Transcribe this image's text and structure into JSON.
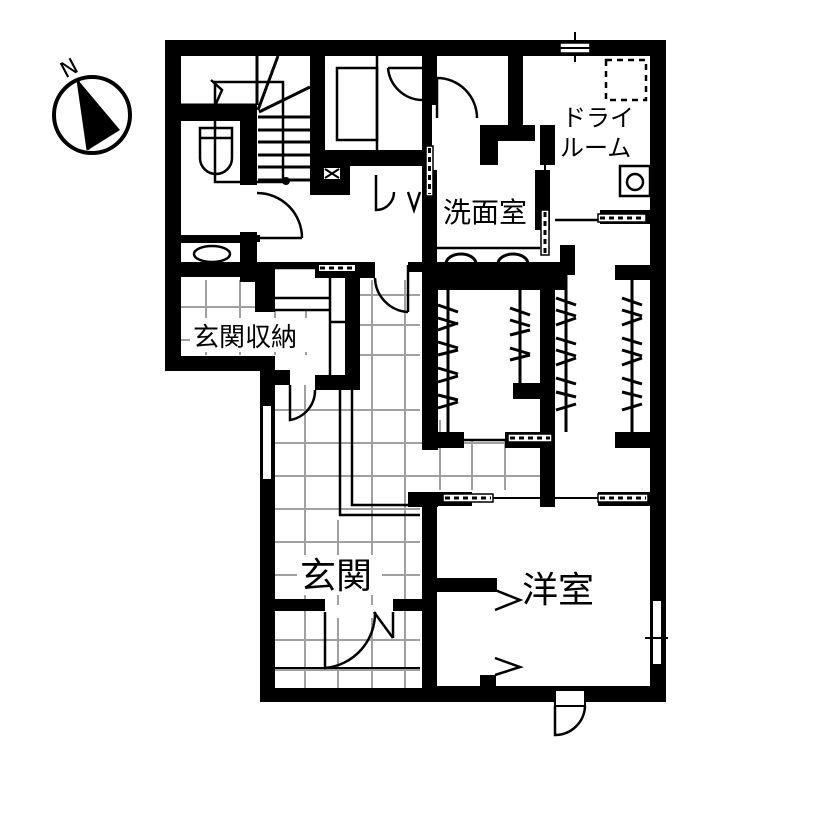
{
  "plan": {
    "type": "floor-plan",
    "compass": {
      "label": "N"
    },
    "rooms": [
      {
        "id": "dry-room",
        "label_line1": "ドライ",
        "label_line2": "ルーム"
      },
      {
        "id": "washroom",
        "label": "洗面室"
      },
      {
        "id": "entrance-storage",
        "label": "玄関収納"
      },
      {
        "id": "entrance",
        "label": "玄関"
      },
      {
        "id": "western-room",
        "label": "洋室"
      }
    ],
    "colors": {
      "wall": "#000000",
      "tile_grid": "#a0a0a0",
      "background": "#ffffff"
    }
  }
}
